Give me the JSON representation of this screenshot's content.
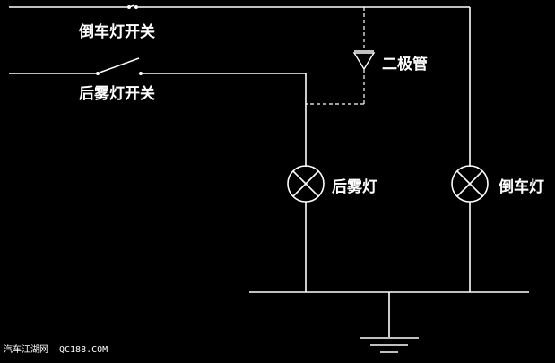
{
  "diagram": {
    "labels": {
      "reverse_switch": "倒车灯开关",
      "fog_switch": "后雾灯开关",
      "diode": "二极管",
      "fog_lamp": "后雾灯",
      "reverse_lamp": "倒车灯"
    },
    "watermark": {
      "site_name": "汽车江湖网",
      "site_url": "QC188.COM"
    }
  },
  "colors": {
    "background": "#000000",
    "line": "#ffffff",
    "text": "#ffffff"
  }
}
